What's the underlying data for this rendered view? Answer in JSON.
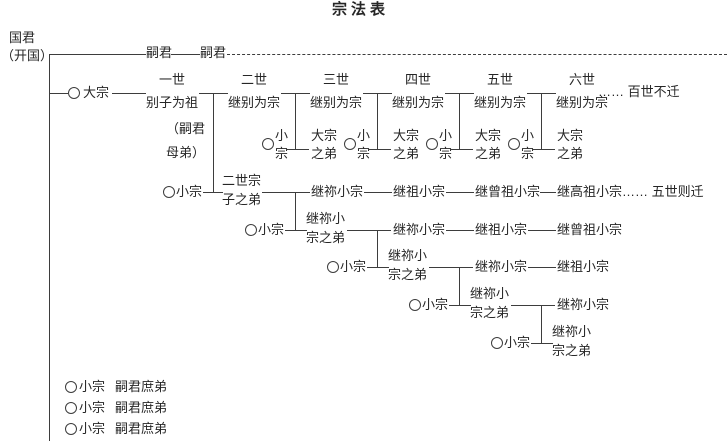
{
  "title": "宗法表",
  "colors": {
    "background": "#ffffff",
    "text": "#262626",
    "line": "#3d3d3d"
  },
  "root": {
    "name": "国君",
    "note": "（开国）"
  },
  "heirs": {
    "first": "嗣君",
    "second": "嗣君"
  },
  "trunk": {
    "node": "大宗",
    "generations": [
      {
        "gen": "一世",
        "desc": "别子为祖"
      },
      {
        "gen": "二世",
        "desc": "继别为宗"
      },
      {
        "gen": "三世",
        "desc": "继别为宗"
      },
      {
        "gen": "四世",
        "desc": "继别为宗"
      },
      {
        "gen": "五世",
        "desc": "继别为宗"
      },
      {
        "gen": "六世",
        "desc": "继别为宗"
      }
    ],
    "tail": "…… 百世不迁",
    "first_gen_note": {
      "line1": "（嗣君",
      "line2": "母弟）"
    }
  },
  "cadet_pairs": [
    {
      "node_line1": "小",
      "node_line2": "宗",
      "brother_line1": "大宗",
      "brother_line2": "之弟"
    },
    {
      "node_line1": "小",
      "node_line2": "宗",
      "brother_line1": "大宗",
      "brother_line2": "之弟"
    },
    {
      "node_line1": "小",
      "node_line2": "宗",
      "brother_line1": "大宗",
      "brother_line2": "之弟"
    },
    {
      "node_line1": "小",
      "node_line2": "宗",
      "brother_line1": "大宗",
      "brother_line2": "之弟"
    }
  ],
  "branches": [
    {
      "node": "小宗",
      "head_line1": "二世宗",
      "head_line2": "子之弟",
      "chain": [
        "继祢小宗",
        "继祖小宗",
        "继曾祖小宗",
        "继高祖小宗"
      ],
      "tail": "…… 五世则迁"
    },
    {
      "node": "小宗",
      "head_line1": "继祢小",
      "head_line2": "宗之弟",
      "chain": [
        "继祢小宗",
        "继祖小宗",
        "继曾祖小宗"
      ]
    },
    {
      "node": "小宗",
      "head_line1": "继祢小",
      "head_line2": "宗之弟",
      "chain": [
        "继祢小宗",
        "继祖小宗"
      ]
    },
    {
      "node": "小宗",
      "head_line1": "继祢小",
      "head_line2": "宗之弟",
      "chain": [
        "继祢小宗"
      ]
    },
    {
      "node": "小宗",
      "head_line1": "继祢小",
      "head_line2": "宗之弟",
      "chain": []
    }
  ],
  "footer": {
    "rows": [
      {
        "node": "小宗",
        "label": "嗣君庶弟"
      },
      {
        "node": "小宗",
        "label": "嗣君庶弟"
      },
      {
        "node": "小宗",
        "label": "嗣君庶弟"
      }
    ]
  }
}
